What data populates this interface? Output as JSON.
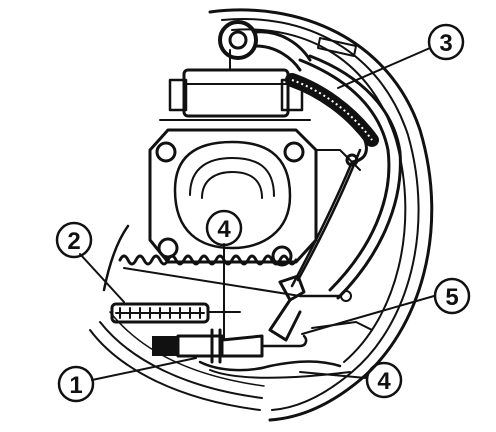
{
  "callouts": [
    {
      "id": "callout-3",
      "label": "3"
    },
    {
      "id": "callout-2",
      "label": "2"
    },
    {
      "id": "callout-4-upper",
      "label": "4"
    },
    {
      "id": "callout-5",
      "label": "5"
    },
    {
      "id": "callout-1",
      "label": "1"
    },
    {
      "id": "callout-4-lower",
      "label": "4"
    }
  ],
  "colors": {
    "ink": "#111111",
    "paper": "#ffffff"
  }
}
